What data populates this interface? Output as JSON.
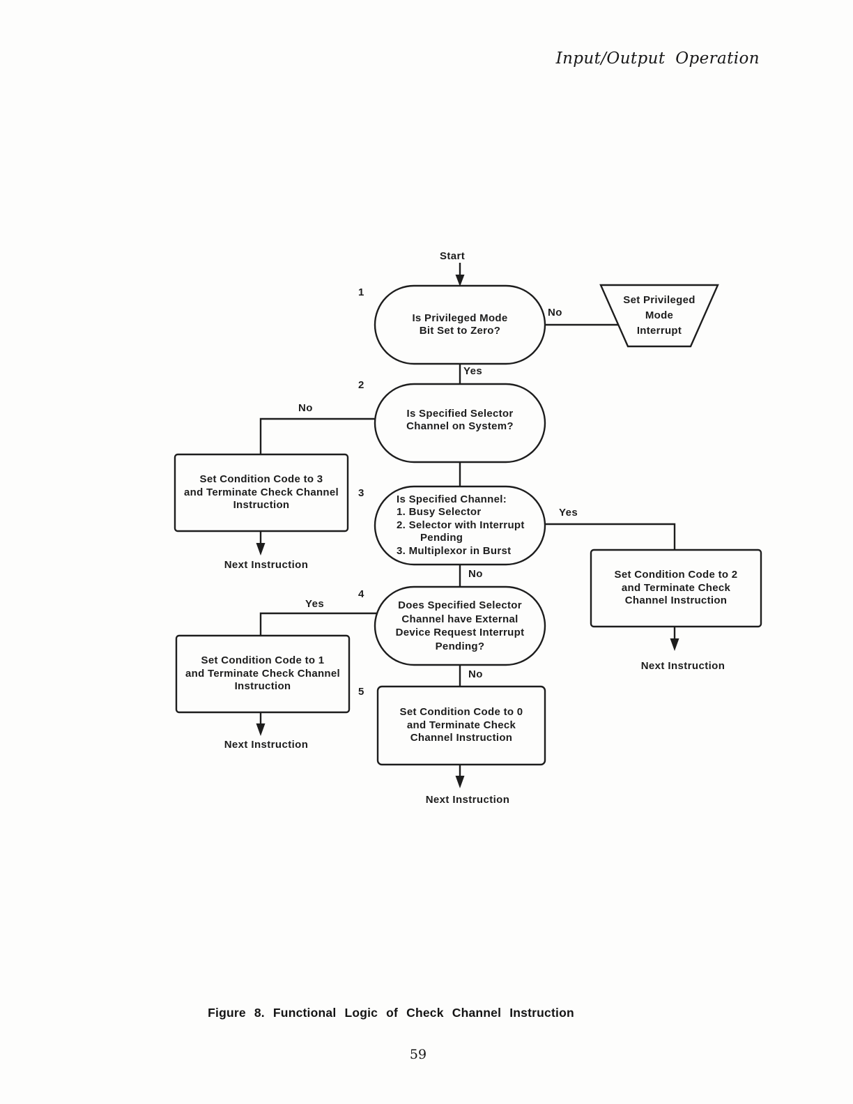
{
  "page": {
    "header": "Input/Output Operation",
    "caption": "Figure 8. Functional Logic of Check Channel Instruction",
    "page_number": "59"
  },
  "colors": {
    "ink": "#1d1d1d",
    "paper": "#fdfdfc"
  },
  "flowchart": {
    "start_label": "Start",
    "next_instruction": "Next Instruction",
    "branch_labels": {
      "yes": "Yes",
      "no": "No"
    },
    "nodes": {
      "n1": {
        "number": "1",
        "shape": "stadium",
        "lines": [
          "Is Privileged Mode",
          "Bit Set to Zero?"
        ]
      },
      "trap": {
        "shape": "trapezoid",
        "lines": [
          "Set Privileged",
          "Mode",
          "Interrupt"
        ]
      },
      "n2": {
        "number": "2",
        "shape": "stadium",
        "lines": [
          "Is Specified Selector",
          "Channel on System?"
        ]
      },
      "box_cc3": {
        "shape": "rect",
        "lines": [
          "Set Condition Code to 3",
          "and Terminate Check Channel",
          "Instruction"
        ]
      },
      "n3": {
        "number": "3",
        "shape": "stadium",
        "lines": [
          "Is Specified Channel:",
          "1. Busy Selector",
          "2. Selector with Interrupt",
          "Pending",
          "3. Multiplexor in Burst"
        ]
      },
      "box_cc2": {
        "shape": "rect",
        "lines": [
          "Set Condition Code to 2",
          "and Terminate Check",
          "Channel Instruction"
        ]
      },
      "n4": {
        "number": "4",
        "shape": "stadium",
        "lines": [
          "Does Specified Selector",
          "Channel have External",
          "Device Request Interrupt",
          "Pending?"
        ]
      },
      "box_cc1": {
        "shape": "rect",
        "lines": [
          "Set Condition Code to 1",
          "and Terminate Check Channel",
          "Instruction"
        ]
      },
      "n5": {
        "number": "5",
        "shape": "rect",
        "lines": [
          "Set Condition Code to 0",
          "and Terminate Check",
          "Channel Instruction"
        ]
      }
    }
  }
}
